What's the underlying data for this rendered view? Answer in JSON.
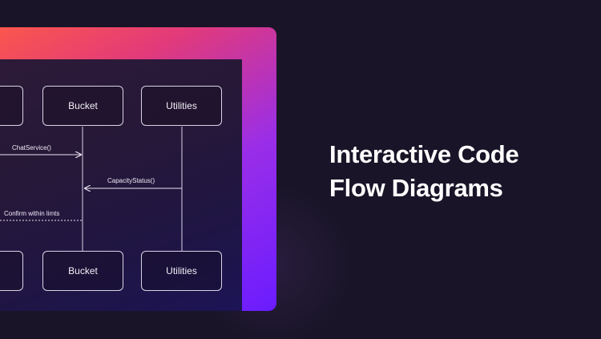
{
  "headline": {
    "line1": "Interactive Code",
    "line2": "Flow Diagrams"
  },
  "diagram": {
    "top_nodes": [
      "Bucket",
      "Utilities"
    ],
    "bottom_nodes": [
      "Bucket",
      "Utilities"
    ],
    "messages": [
      {
        "label": "ChatService()",
        "style": "solid",
        "direction": "right"
      },
      {
        "label": "CapacityStatus()",
        "style": "solid",
        "direction": "left"
      },
      {
        "label": "Confirm within limts",
        "style": "dashed",
        "direction": "left"
      }
    ]
  },
  "colors": {
    "background": "#191427",
    "frame_gradient_start": "#ff5b45",
    "frame_gradient_end": "#6a1cff",
    "panel": "#261838",
    "line": "#d8d4e6",
    "text": "#ffffff"
  }
}
